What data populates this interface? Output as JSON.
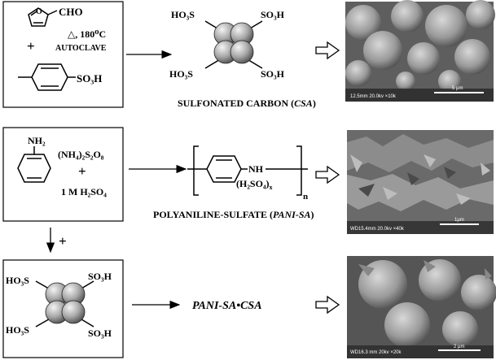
{
  "row1": {
    "reagent_furfural": "CHO",
    "conditions": {
      "temp": "△, 180⁰C",
      "autoclave": "AUTOCLAVE"
    },
    "plus": "+",
    "reagent_ptsa": "SO₃H",
    "product_groups": {
      "tl": "HO₃S",
      "tr": "SO₃H",
      "bl": "HO₃S",
      "br": "SO₃H"
    },
    "product_label": {
      "main": "SULFONATED CARBON (",
      "abbr": "CSA",
      "close": ")"
    },
    "sem": {
      "meta": "12.5mm 20.0kv ×10k",
      "scale": "5 μm"
    }
  },
  "row2": {
    "reagent_amine": "NH₂",
    "oxidant": "(NH₄)₂S₂O₈",
    "plus": "+",
    "acid": "1 M H₂SO₄",
    "polymer_nh": "NH",
    "polymer_dopant": "(H₂SO₄)",
    "polymer_dopant_sub": "x",
    "polymer_n": "n",
    "product_label": {
      "main": "POLYANILINE-SULFATE (",
      "abbr": "PANI-SA",
      "close": ")"
    },
    "sem": {
      "meta": "WD15.4mm 20.0kv ×40k",
      "scale": "1μm"
    }
  },
  "row3": {
    "plus": "+",
    "csa_groups": {
      "tl": "HO₃S",
      "tr": "SO₃H",
      "bl": "HO₃S",
      "br": "SO₃H"
    },
    "product_label": "PANI-SA•CSA",
    "sem": {
      "meta": "WD16.3 mm 20kv ×20k",
      "scale": "2 μm"
    }
  },
  "colors": {
    "line": "#000000",
    "sem_bg": "#6d6d6d",
    "sphere": "#9a9a9a"
  }
}
